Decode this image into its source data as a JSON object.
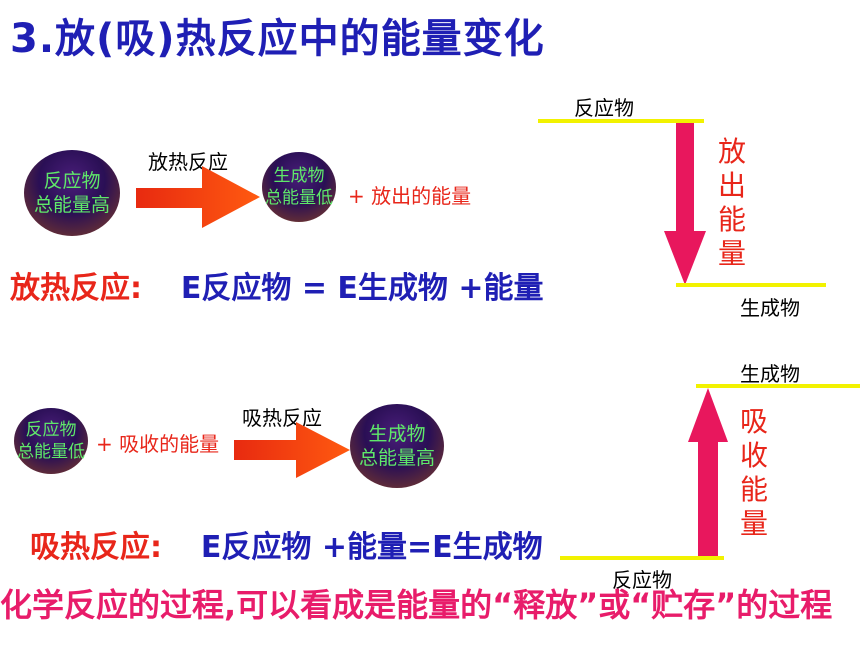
{
  "title": "3.放(吸)热反应中的能量变化",
  "exo": {
    "arrow_label": "放热反应",
    "reactant_circle": [
      "反应物",
      "总能量高"
    ],
    "product_circle": [
      "生成物",
      "总能量低"
    ],
    "release_text": "+ 放出的能量",
    "eq_label": "放热反应:",
    "eq_body": "E反应物 = E生成物 +能量",
    "diagram_top": "反应物",
    "diagram_bottom": "生成物",
    "diagram_side": "放出能量"
  },
  "endo": {
    "arrow_label": "吸热反应",
    "reactant_circle": [
      "反应物",
      "总能量低"
    ],
    "product_circle": [
      "生成物",
      "总能量高"
    ],
    "absorb_text": "+ 吸收的能量",
    "eq_label": "吸热反应:",
    "eq_body": "E反应物 +能量=E生成物",
    "diagram_top": "生成物",
    "diagram_bottom": "反应物",
    "diagram_side": "吸收能量"
  },
  "footer": "化学反应的过程,可以看成是能量的“释放”或“贮存”的过程",
  "colors": {
    "title": "#1f1fb4",
    "red": "#e8261a",
    "magenta": "#e81c6a",
    "arrow_red": "#ff3300",
    "energy_arrow": "#e8175d",
    "level_line": "#f2f200",
    "circle_text": "#5fe86a"
  }
}
